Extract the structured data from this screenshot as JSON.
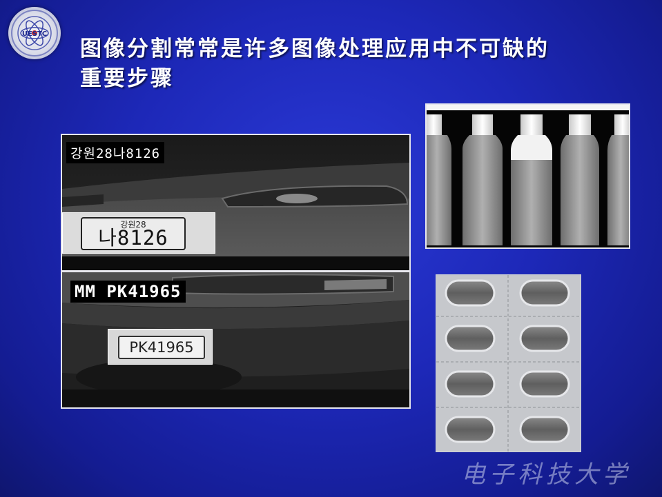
{
  "slide": {
    "title_line1": "图像分割常常是许多图像处理应用中不可缺的",
    "title_line2": "重要步骤",
    "watermark": "电子科技大学",
    "logo_text": "UESTC"
  },
  "images": {
    "car1": {
      "caption": "강원28나8126",
      "plate_top": "강원28",
      "plate_main": "나8126"
    },
    "car2": {
      "caption": "MM PK41965",
      "plate_text": "PK41965"
    },
    "bottles": {
      "count": 5
    },
    "pills": {
      "count": 8
    }
  },
  "colors": {
    "background": "#1d28b8",
    "title": "#ffffff"
  }
}
